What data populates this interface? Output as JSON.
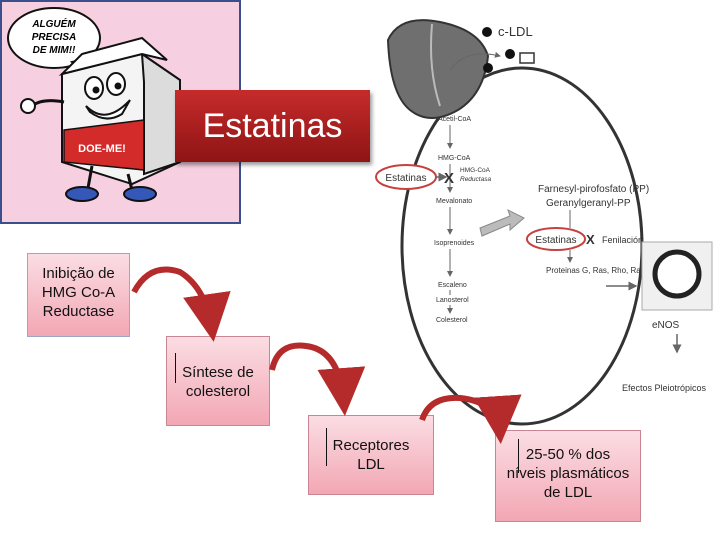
{
  "cartoon": {
    "speech": [
      "ALGUÉM",
      "PRECISA",
      "DE MIM!!"
    ],
    "box_label": "DOE-ME!"
  },
  "title": "Estatinas",
  "boxes": {
    "b1": [
      "Inibição de",
      "HMG Co-A",
      "Reductase"
    ],
    "b2": [
      "Síntese de",
      "colesterol"
    ],
    "b3": [
      "Receptores",
      "LDL"
    ],
    "b4": [
      "25-50 % dos",
      "níveis plasmáticos",
      "de LDL"
    ]
  },
  "diagram": {
    "cldl": "c-LDL",
    "steps": [
      "Acetil-CoA",
      "HMG-CoA",
      "Mevalonato",
      "Isoprenoides",
      "Escaleno",
      "Lanosterol",
      "Colesterol"
    ],
    "reductase": [
      "HMG-CoA",
      "Reductasa"
    ],
    "estatinas": "Estatinas",
    "farnesyl": "Farnesyl-pirofosfato (PP)",
    "geranyl": "Geranylgeranyl-PP",
    "fenilacion": "Fenilación",
    "proteinas": "Proteinas G, Ras, Rho, Rab",
    "enos": "eNOS",
    "efectos": "Efectos Pleiotrópicos"
  },
  "colors": {
    "title_bg": "#b42020",
    "box_light": "#fbdde3",
    "box_dark": "#f2a7b4",
    "arrow": "#b52a2a",
    "cartoon_bg": "#f6cfe0"
  }
}
